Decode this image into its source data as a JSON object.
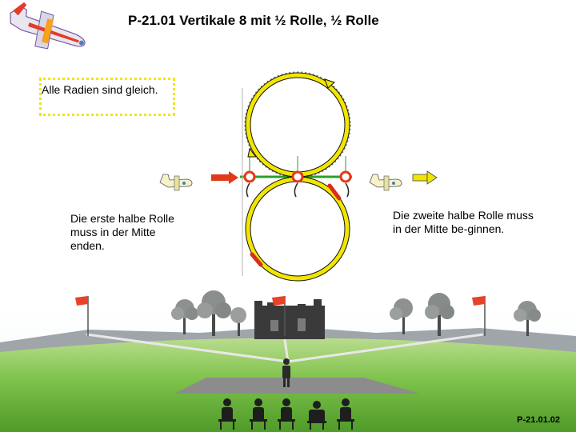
{
  "title": "P-21.01 Vertikale 8 mit ½ Rolle, ½ Rolle",
  "notes": {
    "radii": "Alle Radien sind gleich.",
    "first_half": "Die erste halbe Rolle muss in der Mitte enden.",
    "second_half": "Die zweite halbe Rolle muss in der Mitte be-ginnen."
  },
  "footer_code": "P-21.01.02",
  "colors": {
    "path": "#f2e600",
    "path_outline": "#111111",
    "arrow": "#e03a1a",
    "marker": "#e03a1a",
    "baseline": "#2aa02a",
    "sky_top": "#ffffff",
    "ground": "#7dc24a",
    "runway": "#8c8c8c",
    "flag": "#e8422a"
  },
  "icons": [
    "aircraft-logo-icon",
    "aircraft-icon",
    "direction-arrow-icon",
    "flag-icon",
    "tree-icon",
    "castle-icon",
    "pilot-icon",
    "judge-icon"
  ]
}
